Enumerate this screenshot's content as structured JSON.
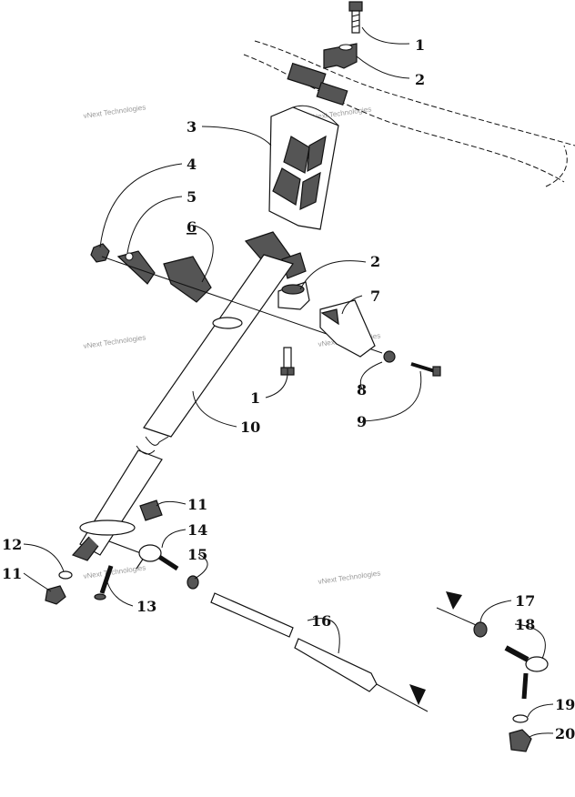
{
  "callouts": {
    "c1a": "1",
    "c2a": "2",
    "c3": "3",
    "c4": "4",
    "c5": "5",
    "c6": "6",
    "c2b": "2",
    "c7": "7",
    "c1b": "1",
    "c8": "8",
    "c9": "9",
    "c10": "10",
    "c11a": "11",
    "c12": "12",
    "c11b": "11",
    "c14": "14",
    "c15": "15",
    "c13": "13",
    "c16": "16",
    "c17": "17",
    "c18": "18",
    "c19": "19",
    "c20": "20"
  },
  "watermark": {
    "text": "vNext Technologies"
  },
  "colors": {
    "line": "#111111",
    "part_shade": "#555555",
    "watermark": "#9a9a9a"
  }
}
